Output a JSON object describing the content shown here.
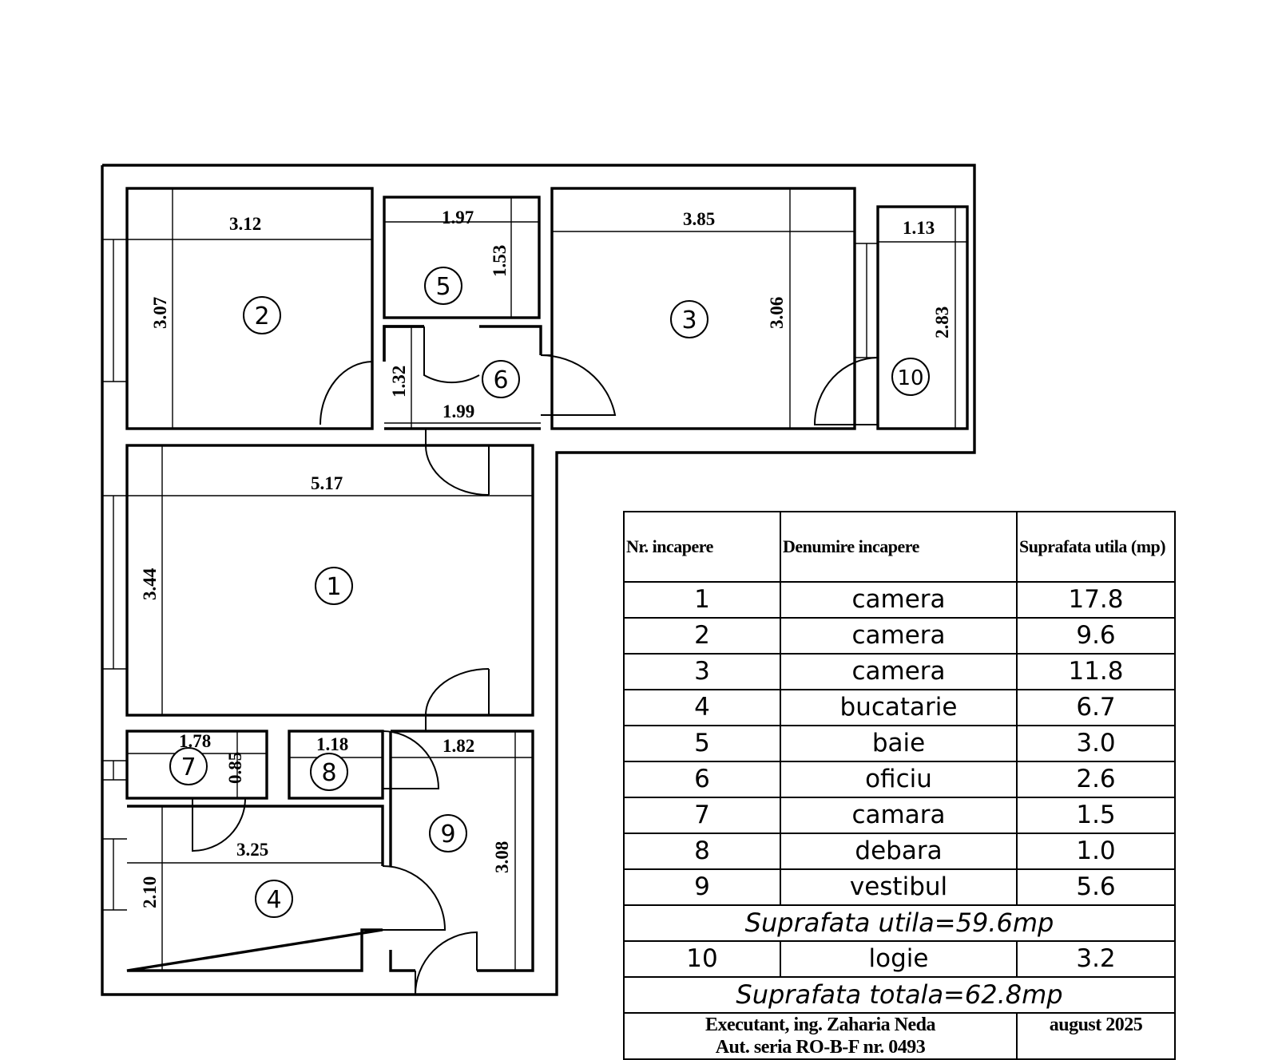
{
  "plan": {
    "dimensions": {
      "r2_w": "3.12",
      "r2_h": "3.07",
      "r5_w": "1.97",
      "r5_h": "1.53",
      "r3_w": "3.85",
      "r3_h": "3.06",
      "r10_w": "1.13",
      "r10_h": "2.83",
      "r6_w": "1.99",
      "r6_h": "1.32",
      "r1_w": "5.17",
      "r1_h": "3.44",
      "r7_w": "1.78",
      "r7_h": "0.85",
      "r8_w": "1.18",
      "r9_w": "1.82",
      "r9_h": "3.08",
      "r4_w": "3.25",
      "r4_h": "2.10"
    },
    "room_labels": {
      "r1": "1",
      "r2": "2",
      "r3": "3",
      "r4": "4",
      "r5": "5",
      "r6": "6",
      "r7": "7",
      "r8": "8",
      "r9": "9",
      "r10": "10"
    }
  },
  "table": {
    "headers": {
      "nr": "Nr. incapere",
      "name": "Denumire incapere",
      "area": "Suprafata utila (mp)"
    },
    "rows": [
      {
        "nr": "1",
        "name": "camera",
        "area": "17.8"
      },
      {
        "nr": "2",
        "name": "camera",
        "area": "9.6"
      },
      {
        "nr": "3",
        "name": "camera",
        "area": "11.8"
      },
      {
        "nr": "4",
        "name": "bucatarie",
        "area": "6.7"
      },
      {
        "nr": "5",
        "name": "baie",
        "area": "3.0"
      },
      {
        "nr": "6",
        "name": "oficiu",
        "area": "2.6"
      },
      {
        "nr": "7",
        "name": "camara",
        "area": "1.5"
      },
      {
        "nr": "8",
        "name": "debara",
        "area": "1.0"
      },
      {
        "nr": "9",
        "name": "vestibul",
        "area": "5.6"
      }
    ],
    "useful_total": "Suprafata utila=59.6mp",
    "loggia": {
      "nr": "10",
      "name": "logie",
      "area": "3.2"
    },
    "grand_total": "Suprafata totala=62.8mp",
    "executant_line1": "Executant, ing. Zaharia Neda",
    "executant_line2": "Aut. seria RO-B-F nr. 0493",
    "date": "august 2025"
  }
}
